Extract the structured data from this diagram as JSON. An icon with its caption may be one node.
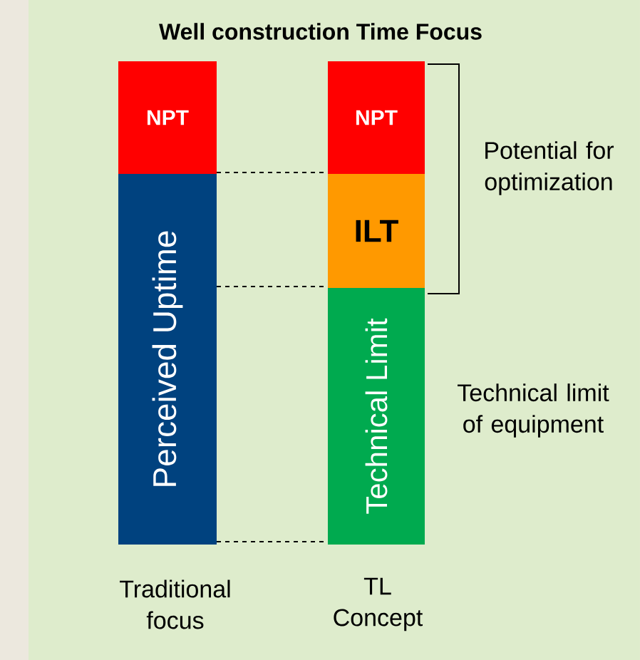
{
  "diagram": {
    "title": "Well construction Time Focus",
    "nodes": [
      {
        "text": [
          "NPT"
        ]
      },
      {
        "text": [
          "Perceived Uptime"
        ]
      },
      {
        "text": [
          "NPT"
        ]
      },
      {
        "text": [
          "ILT"
        ]
      },
      {
        "text": [
          "Technical Limit"
        ]
      }
    ],
    "edges": [
      {
        "from": 0,
        "to": 2,
        "arrow": "none",
        "style": "dashed"
      },
      {
        "from": 1,
        "to": 3,
        "arrow": "none",
        "style": "dashed"
      },
      {
        "from": 1,
        "to": 4,
        "arrow": "none",
        "style": "dashed"
      }
    ],
    "labels": [
      "Potential for optimization",
      "Technical limit of equipment",
      "Traditional focus",
      "TL Concept"
    ]
  }
}
